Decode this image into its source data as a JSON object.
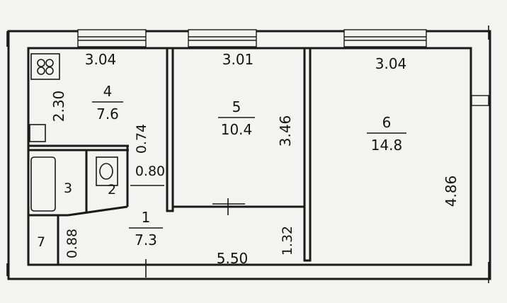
{
  "rooms": [
    {
      "number": "4",
      "area": "7.6",
      "width": "3.04",
      "depth": "2.30"
    },
    {
      "number": "5",
      "area": "10.4",
      "width": "3.01",
      "depth": "3.46"
    },
    {
      "number": "6",
      "area": "14.8",
      "width": "3.04",
      "depth": "4.86"
    },
    {
      "number": "3"
    },
    {
      "number": "2"
    },
    {
      "number": "1",
      "area": "7.3",
      "width": "5.50"
    },
    {
      "number": "7"
    }
  ],
  "dimensions": {
    "small_1": "0.74",
    "small_2": "0.80",
    "small_3": "0.88",
    "small_4": "1.32"
  }
}
